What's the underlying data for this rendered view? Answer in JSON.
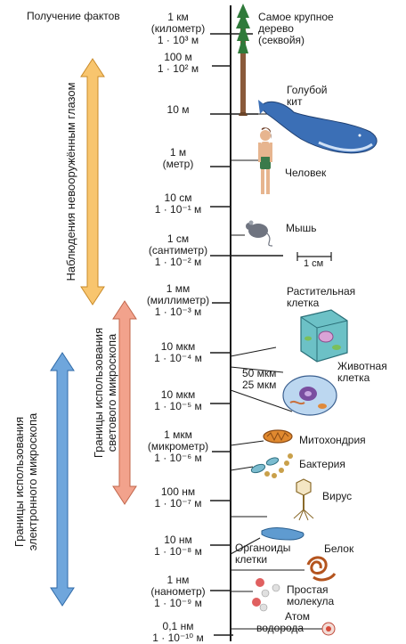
{
  "header": {
    "title": "Получение фактов"
  },
  "scale": [
    {
      "lines": [
        "1 км",
        "(километр)",
        "1 · 10³ м"
      ]
    },
    {
      "lines": [
        "100 м",
        "1 · 10² м"
      ]
    },
    {
      "lines": [
        "10 м"
      ]
    },
    {
      "lines": [
        "1 м",
        "(метр)"
      ]
    },
    {
      "lines": [
        "10 см",
        "1 · 10⁻¹ м"
      ]
    },
    {
      "lines": [
        "1 см",
        "(сантиметр)",
        "1 · 10⁻² м"
      ]
    },
    {
      "lines": [
        "1 мм",
        "(миллиметр)",
        "1 · 10⁻³ м"
      ]
    },
    {
      "lines": [
        "10 мкм",
        "1 · 10⁻⁴ м"
      ]
    },
    {
      "lines": [
        "10 мкм",
        "1 · 10⁻⁵ м"
      ]
    },
    {
      "lines": [
        "1 мкм",
        "(микрометр)",
        "1 · 10⁻⁶ м"
      ]
    },
    {
      "lines": [
        "100 нм",
        "1 · 10⁻⁷ м"
      ]
    },
    {
      "lines": [
        "10 нм",
        "1 · 10⁻⁸ м"
      ]
    },
    {
      "lines": [
        "1 нм",
        "(нанометр)",
        "1 · 10⁻⁹ м"
      ]
    },
    {
      "lines": [
        "0,1 нм",
        "1 · 10⁻¹⁰ м"
      ]
    }
  ],
  "objects": {
    "sequoia": [
      "Самое крупное",
      "дерево",
      "(секвойя)"
    ],
    "whale": [
      "Голубой",
      "кит"
    ],
    "human": "Человек",
    "mouse": "Мышь",
    "cm_bar": "1 см",
    "plant_cell": [
      "Растительная",
      "клетка"
    ],
    "cell_sizes": [
      "50 мкм",
      "25 мкм"
    ],
    "animal_cell": [
      "Животная",
      "клетка"
    ],
    "mitochondria": "Митохондрия",
    "bacteria": "Бактерия",
    "virus": "Вирус",
    "organelles": [
      "Органоиды",
      "клетки"
    ],
    "protein": "Белок",
    "small_molecule": [
      "Простая",
      "молекула"
    ],
    "atom": [
      "Атом",
      "водорода"
    ]
  },
  "ranges": {
    "naked_eye": "Наблюдения невооружённым глазом",
    "light_microscope": [
      "Границы использования",
      "светового микроскопа"
    ],
    "electron_microscope": [
      "Границы использования",
      "электронного микроскопа"
    ]
  },
  "colors": {
    "naked_eye_arrow": "#f8c56e",
    "light_microscope_arrow": "#f2a28c",
    "electron_microscope_arrow": "#6fa6dc",
    "axis": "#1a1a1a"
  }
}
